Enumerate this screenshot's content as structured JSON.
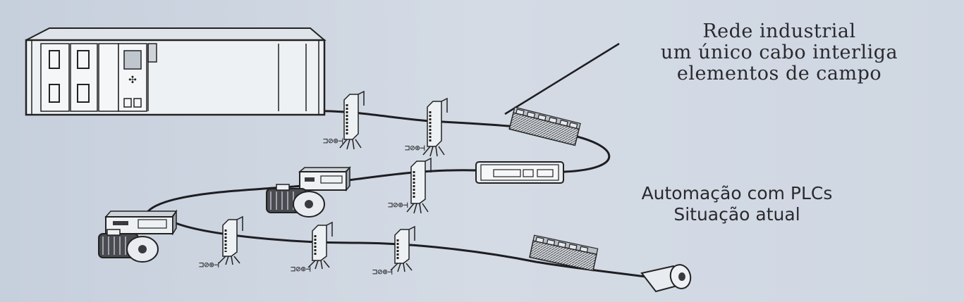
{
  "annotations": {
    "network_title": "Rede industrial",
    "network_line2": "um único cabo interliga",
    "network_line3": "elementos de campo",
    "status_line1": "Automação com PLCs",
    "status_line2": "Situação atual"
  },
  "io_symbols": "⊐⊘⊕⊣",
  "colors": {
    "background": "#ccd4e0",
    "ink": "#222226",
    "device_fill": "#e8ecf0",
    "device_dark": "#3a3a3e"
  }
}
